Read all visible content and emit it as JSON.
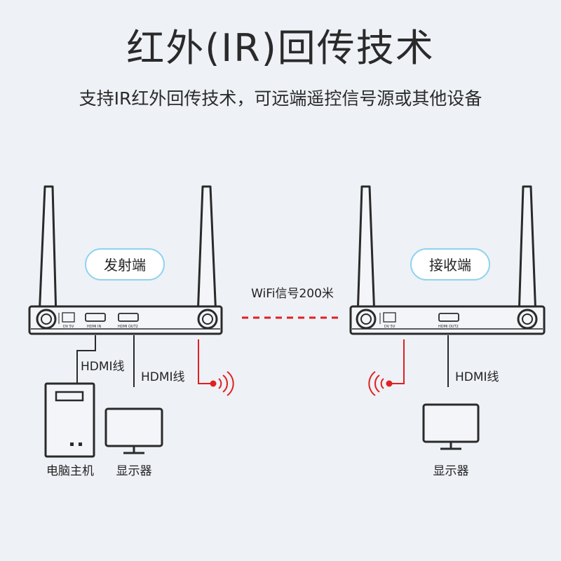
{
  "title": "红外(IR)回传技术",
  "subtitle": "支持IR红外回传技术，可远端遥控信号源或其他设备",
  "transmitter": {
    "badge": "发射端",
    "ports": {
      "power": "DV 5V",
      "hdmi_in": "HDMI IN",
      "hdmi_out": "HDMI OUT2"
    }
  },
  "receiver": {
    "badge": "接收端",
    "ports": {
      "power": "DV 5V",
      "hdmi_out": "HDMI OUT2"
    }
  },
  "wireless_label": "WiFi信号200米",
  "cables": {
    "left_1": "HDMI线",
    "left_2": "HDMI线",
    "right": "HDMI线"
  },
  "devices": {
    "pc": "电脑主机",
    "monitor_left": "显示器",
    "monitor_right": "显示器"
  },
  "colors": {
    "ir_red": "#e02020",
    "line": "#2a2a2a",
    "device_fill": "#f3f5f8"
  },
  "icons": [
    "antenna-icon",
    "ir-emitter-icon",
    "ir-receiver-icon",
    "pc-tower-icon",
    "monitor-icon"
  ]
}
